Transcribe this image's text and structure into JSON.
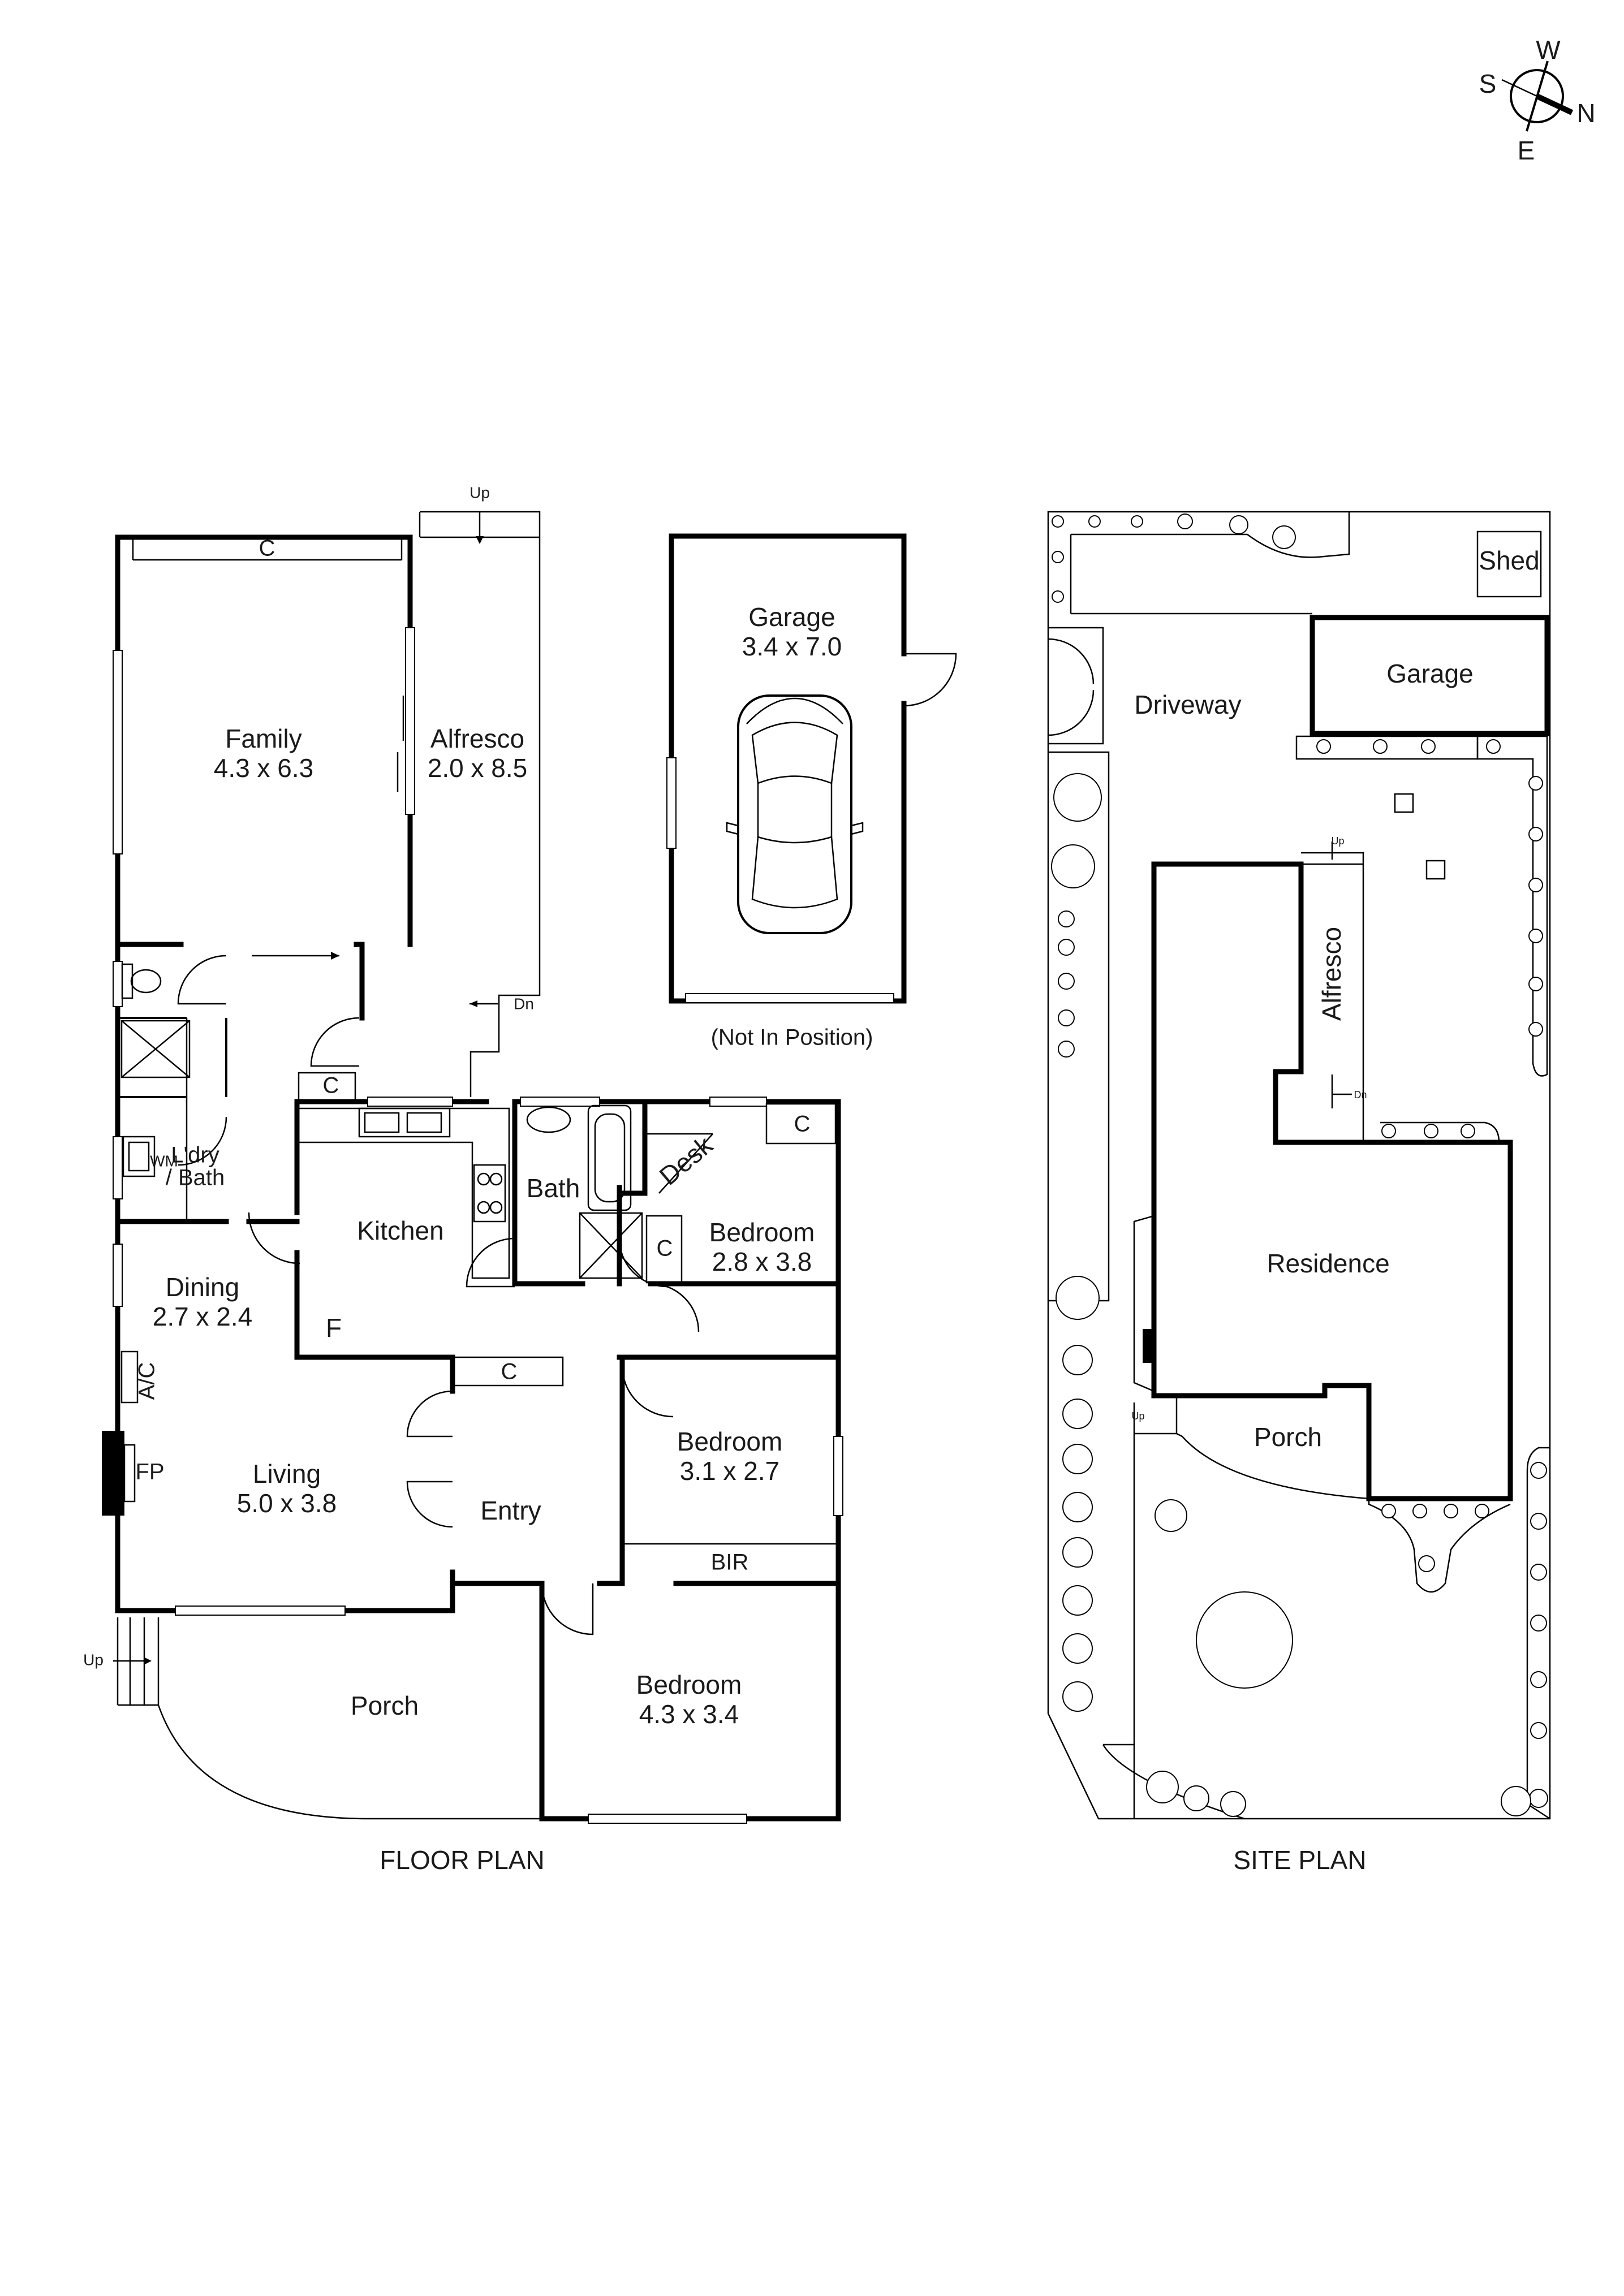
{
  "compass": {
    "n": "N",
    "s": "S",
    "e": "E",
    "w": "W"
  },
  "floor_plan": {
    "caption": "FLOOR PLAN",
    "rooms": {
      "family": {
        "name": "Family",
        "dims": "4.3 x 6.3"
      },
      "alfresco": {
        "name": "Alfresco",
        "dims": "2.0 x 8.5"
      },
      "garage": {
        "name": "Garage",
        "dims": "3.4 x 7.0"
      },
      "garage_note": "(Not In Position)",
      "laundry_bath": {
        "line1": "L'dry",
        "line2": "/ Bath"
      },
      "kitchen": {
        "name": "Kitchen"
      },
      "bath": {
        "name": "Bath"
      },
      "bedroom_1": {
        "name": "Bedroom",
        "dims": "2.8 x 3.8"
      },
      "dining": {
        "name": "Dining",
        "dims": "2.7 x 2.4"
      },
      "living": {
        "name": "Living",
        "dims": "5.0 x 3.8"
      },
      "entry": {
        "name": "Entry"
      },
      "bedroom_2": {
        "name": "Bedroom",
        "dims": "3.1 x 2.7"
      },
      "bedroom_3": {
        "name": "Bedroom",
        "dims": "4.3 x 3.4"
      },
      "porch": {
        "name": "Porch"
      }
    },
    "labels": {
      "cupboard": "C",
      "up": "Up",
      "down": "Dn",
      "wm": "WM",
      "desk": "Desk",
      "fridge": "F",
      "ac": "A/C",
      "fireplace": "FP",
      "bir": "BIR"
    }
  },
  "site_plan": {
    "caption": "SITE PLAN",
    "labels": {
      "shed": "Shed",
      "garage": "Garage",
      "driveway": "Driveway",
      "alfresco": "Alfresco",
      "residence": "Residence",
      "porch": "Porch",
      "up": "Up",
      "down": "Dn"
    }
  }
}
